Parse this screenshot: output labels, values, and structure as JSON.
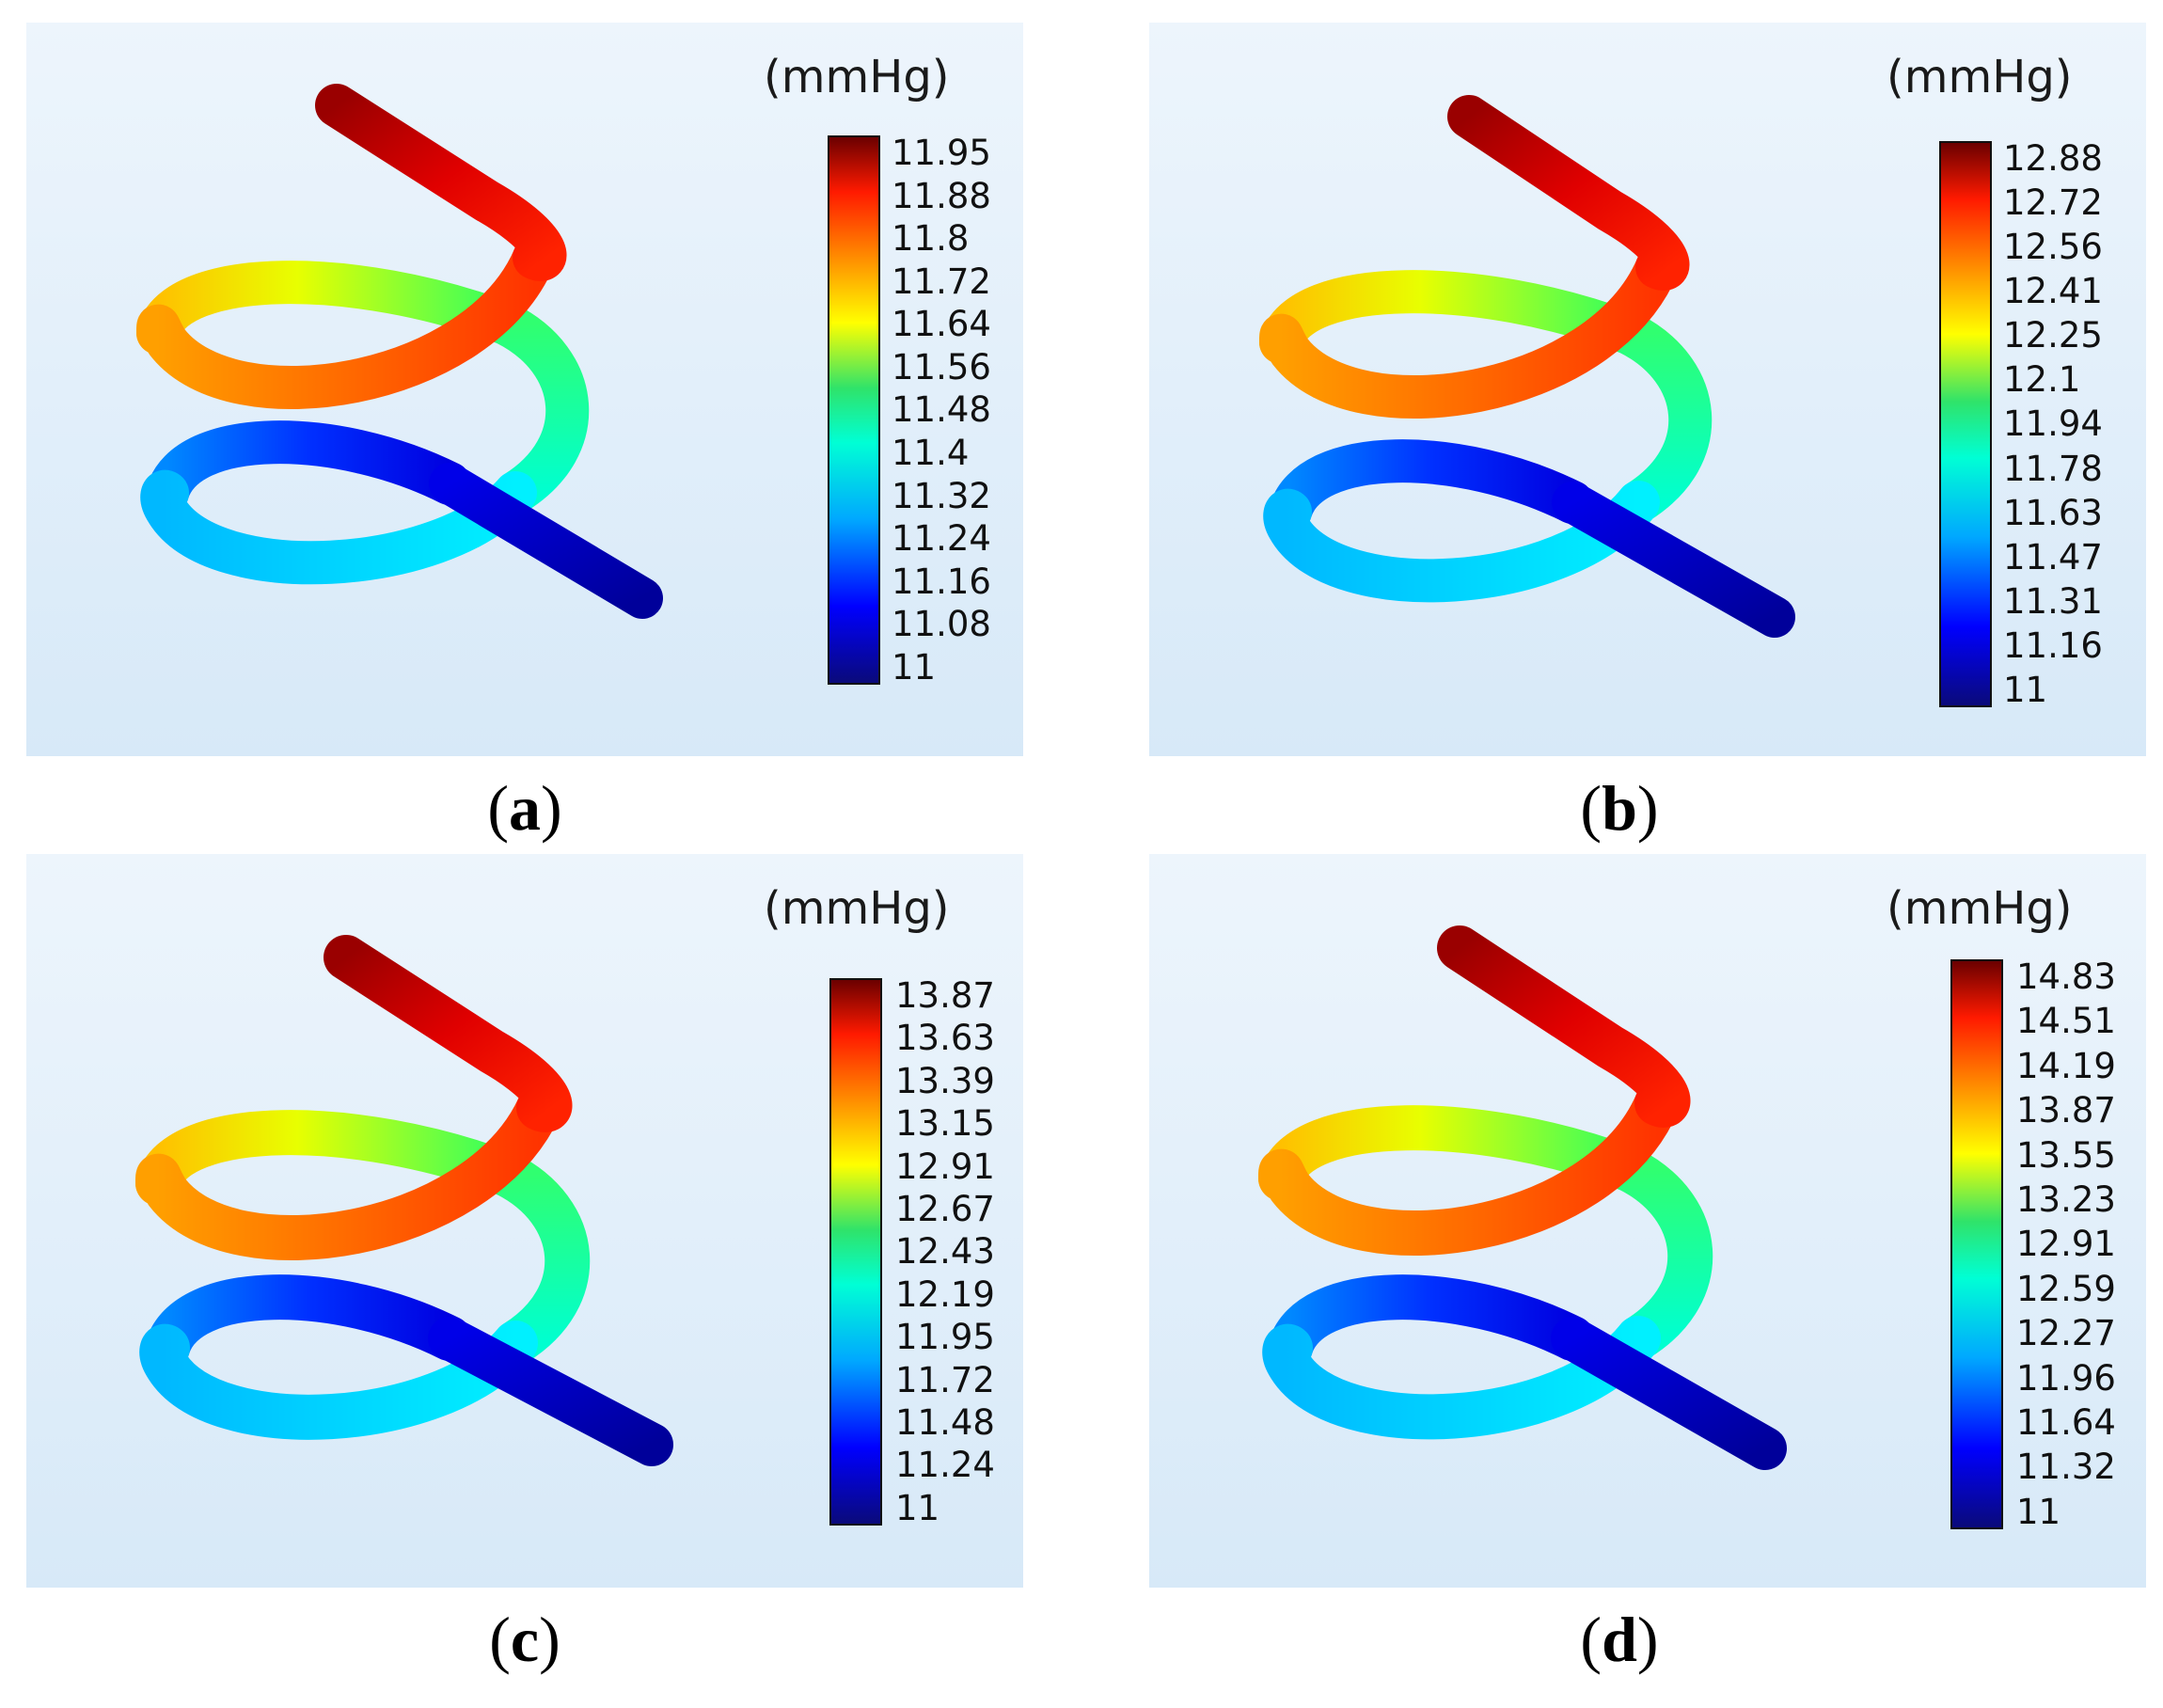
{
  "panels": [
    {
      "id": "a",
      "caption_label": "a",
      "unit": "(mmHg)",
      "ticks": [
        "11.95",
        "11.88",
        "11.8",
        "11.72",
        "11.64",
        "11.56",
        "11.48",
        "11.4",
        "11.32",
        "11.24",
        "11.16",
        "11.08",
        "11"
      ]
    },
    {
      "id": "b",
      "caption_label": "b",
      "unit": "(mmHg)",
      "ticks": [
        "12.88",
        "12.72",
        "12.56",
        "12.41",
        "12.25",
        "12.1",
        "11.94",
        "11.78",
        "11.63",
        "11.47",
        "11.31",
        "11.16",
        "11"
      ]
    },
    {
      "id": "c",
      "caption_label": "c",
      "unit": "(mmHg)",
      "ticks": [
        "13.87",
        "13.63",
        "13.39",
        "13.15",
        "12.91",
        "12.67",
        "12.43",
        "12.19",
        "11.95",
        "11.72",
        "11.48",
        "11.24",
        "11"
      ]
    },
    {
      "id": "d",
      "caption_label": "d",
      "unit": "(mmHg)",
      "ticks": [
        "14.83",
        "14.51",
        "14.19",
        "13.87",
        "13.55",
        "13.23",
        "12.91",
        "12.59",
        "12.27",
        "11.96",
        "11.64",
        "11.32",
        "11"
      ]
    }
  ],
  "colormap": [
    "#0a0a7a",
    "#0000ff",
    "#00a8ff",
    "#00ffd5",
    "#2fe36a",
    "#ffff00",
    "#ff8c00",
    "#ff1a00",
    "#6b0000"
  ]
}
